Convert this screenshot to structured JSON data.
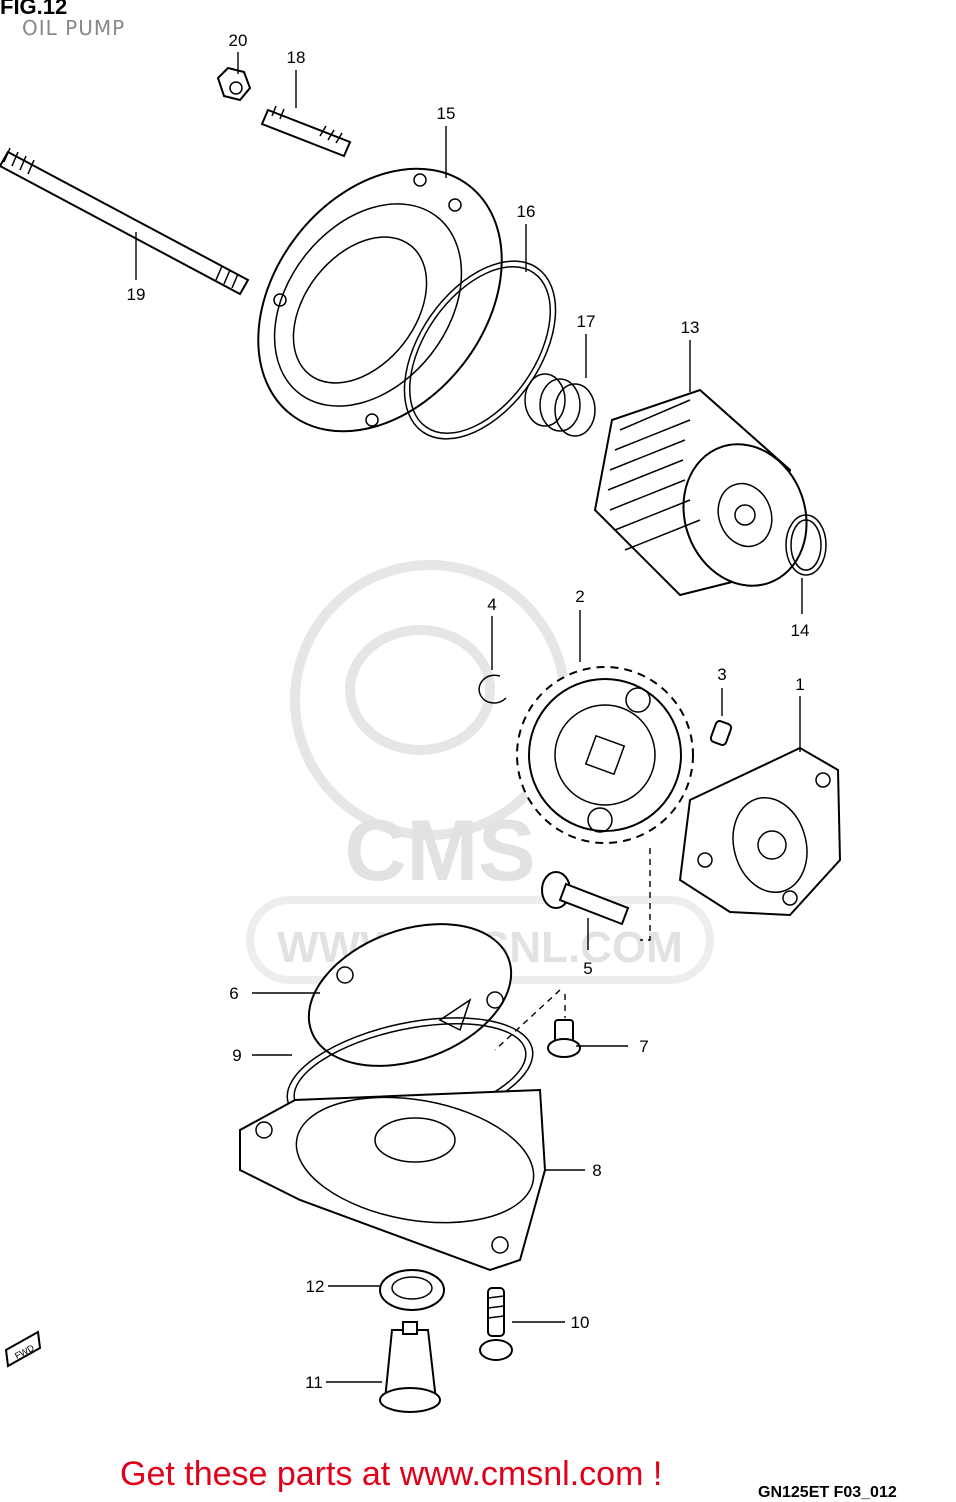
{
  "figure": {
    "title": "FIG.12",
    "subtitle": "OIL PUMP",
    "diagram_code": "GN125ET F03_012",
    "fwd_label": "FWD"
  },
  "watermark": {
    "brand": "CMS",
    "url": "WWW.CMSNL.COM"
  },
  "callouts": {
    "p1": "1",
    "p2": "2",
    "p3": "3",
    "p4": "4",
    "p5": "5",
    "p6": "6",
    "p7": "7",
    "p8": "8",
    "p9": "9",
    "p10": "10",
    "p11": "11",
    "p12": "12",
    "p13": "13",
    "p14": "14",
    "p15": "15",
    "p16": "16",
    "p17": "17",
    "p18": "18",
    "p19": "19",
    "p20": "20"
  },
  "footer": {
    "promo": "Get these parts at www.cmsnl.com !"
  },
  "colors": {
    "promo_red": "#e0001a",
    "line": "#000000",
    "watermark": "#e2e2e2"
  }
}
